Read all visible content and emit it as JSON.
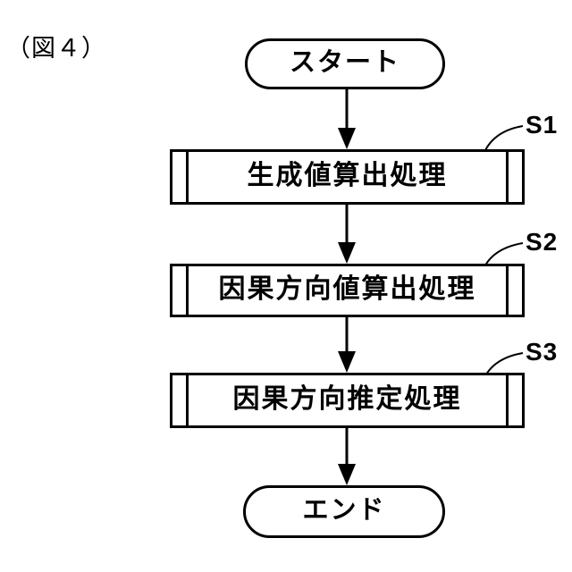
{
  "figure_label": "（図４）",
  "flowchart": {
    "start": {
      "label": "スタート"
    },
    "steps": [
      {
        "id": "S1",
        "label": "生成値算出処理"
      },
      {
        "id": "S2",
        "label": "因果方向値算出処理"
      },
      {
        "id": "S3",
        "label": "因果方向推定処理"
      }
    ],
    "end": {
      "label": "エンド"
    }
  },
  "colors": {
    "line": "#000000",
    "background": "#ffffff"
  }
}
